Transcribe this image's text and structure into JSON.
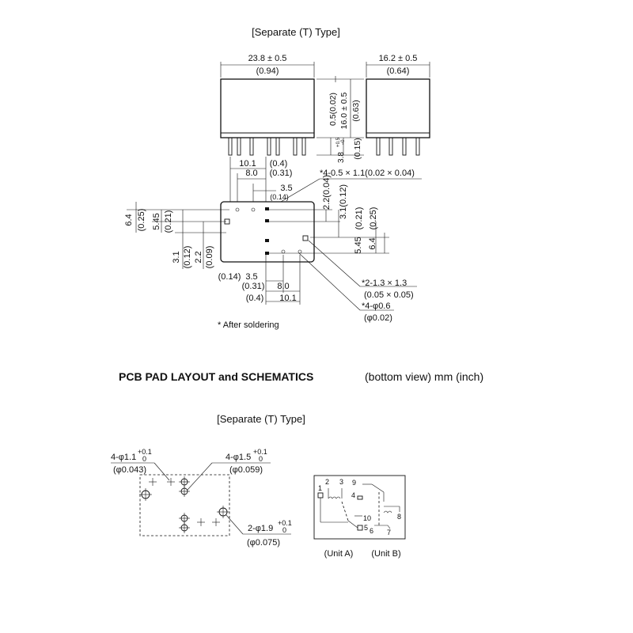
{
  "top": {
    "title": "[Separate (T) Type]",
    "dims": {
      "width_mm": "23.8 ± 0.5",
      "width_in": "(0.94)",
      "depth_mm": "16.2 ± 0.5",
      "depth_in": "(0.64)",
      "gap": "0.5(0.02)",
      "height_mm": "16.0 ± 0.5",
      "height_in": "(0.63)",
      "pin_len": "3.8",
      "pin_tol": "+0.5",
      "pin_tol2": "−0",
      "pin_len_in": "(0.15)",
      "d101": "10.1",
      "d101_in": "(0.4)",
      "d80": "8.0",
      "d80_in": "(0.31)",
      "d35": "3.5",
      "d35_in": "(0.14)",
      "d64": "6.4",
      "d64_in": "(0.25)",
      "d545": "5.45",
      "d545_in": "(0.21)",
      "d31": "3.1",
      "d31_in": "(0.12)",
      "d22": "2.2",
      "d22_in": "(0.09)",
      "r22": "2.2(0.04)",
      "r31": "3.1(0.12)",
      "r021": "(0.21)",
      "r025": "(0.25)",
      "r545": "5.45",
      "r64": "6.4",
      "b014": "(0.14)",
      "b35": "3.5",
      "b031": "(0.31)",
      "b80": "8.0",
      "b04": "(0.4)",
      "b101": "10.1",
      "note_pins": "*4-0.5 × 1.1(0.02 × 0.04)",
      "note_sq": "*2-1.3 × 1.3",
      "note_sq_in": "(0.05 × 0.05)",
      "note_hole": "*4-φ0.6",
      "note_hole_in": "(φ0.02)"
    },
    "footnote": "* After soldering"
  },
  "section_heading": {
    "bold": "PCB PAD LAYOUT and SCHEMATICS",
    "normal": "(bottom view) mm (inch)"
  },
  "bottom": {
    "title": "[Separate (T) Type]",
    "pcb": {
      "h1": "4-φ1.1",
      "h1_tol_up": "+0.1",
      "h1_tol_dn": "0",
      "h1_in": "(φ0.043)",
      "h2": "4-φ1.5",
      "h2_tol_up": "+0.1",
      "h2_tol_dn": "0",
      "h2_in": "(φ0.059)",
      "h3": "2-φ1.9",
      "h3_tol_up": "+0.1",
      "h3_tol_dn": "0",
      "h3_in": "(φ0.075)"
    },
    "schematic": {
      "pins": [
        "1",
        "2",
        "3",
        "4",
        "5",
        "6",
        "7",
        "8",
        "9",
        "10"
      ],
      "unit_a": "(Unit A)",
      "unit_b": "(Unit B)"
    }
  }
}
